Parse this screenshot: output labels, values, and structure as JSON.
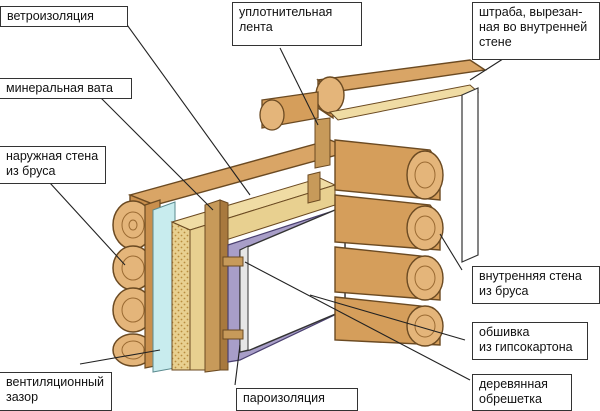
{
  "labels": {
    "wind_barrier": "ветроизоляция",
    "sealing_tape": "уплотнительная\nлента",
    "groove": "штраба, вырезан-\nная во внутренней\nстене",
    "mineral_wool": "минеральная вата",
    "outer_wall": "наружная стена\nиз бруса",
    "inner_wall": "внутренняя стена\nиз бруса",
    "drywall": "обшивка\nиз гипсокартона",
    "vent_gap": "вентиляционный\nзазор",
    "vapor_barrier": "пароизоляция",
    "battens": "деревянная\nобрешетка"
  },
  "colors": {
    "log_light": "#e4b57a",
    "log_mid": "#d59e5b",
    "log_dark": "#b57a3c",
    "log_outline": "#6b4a22",
    "wool": "#e8d090",
    "wool_dots": "#b88c3c",
    "wind_barrier": "#c8ecee",
    "vapor_barrier": "#a89ec8",
    "drywall": "#ffffff",
    "batten": "#c79a5a",
    "leader": "#222222"
  }
}
